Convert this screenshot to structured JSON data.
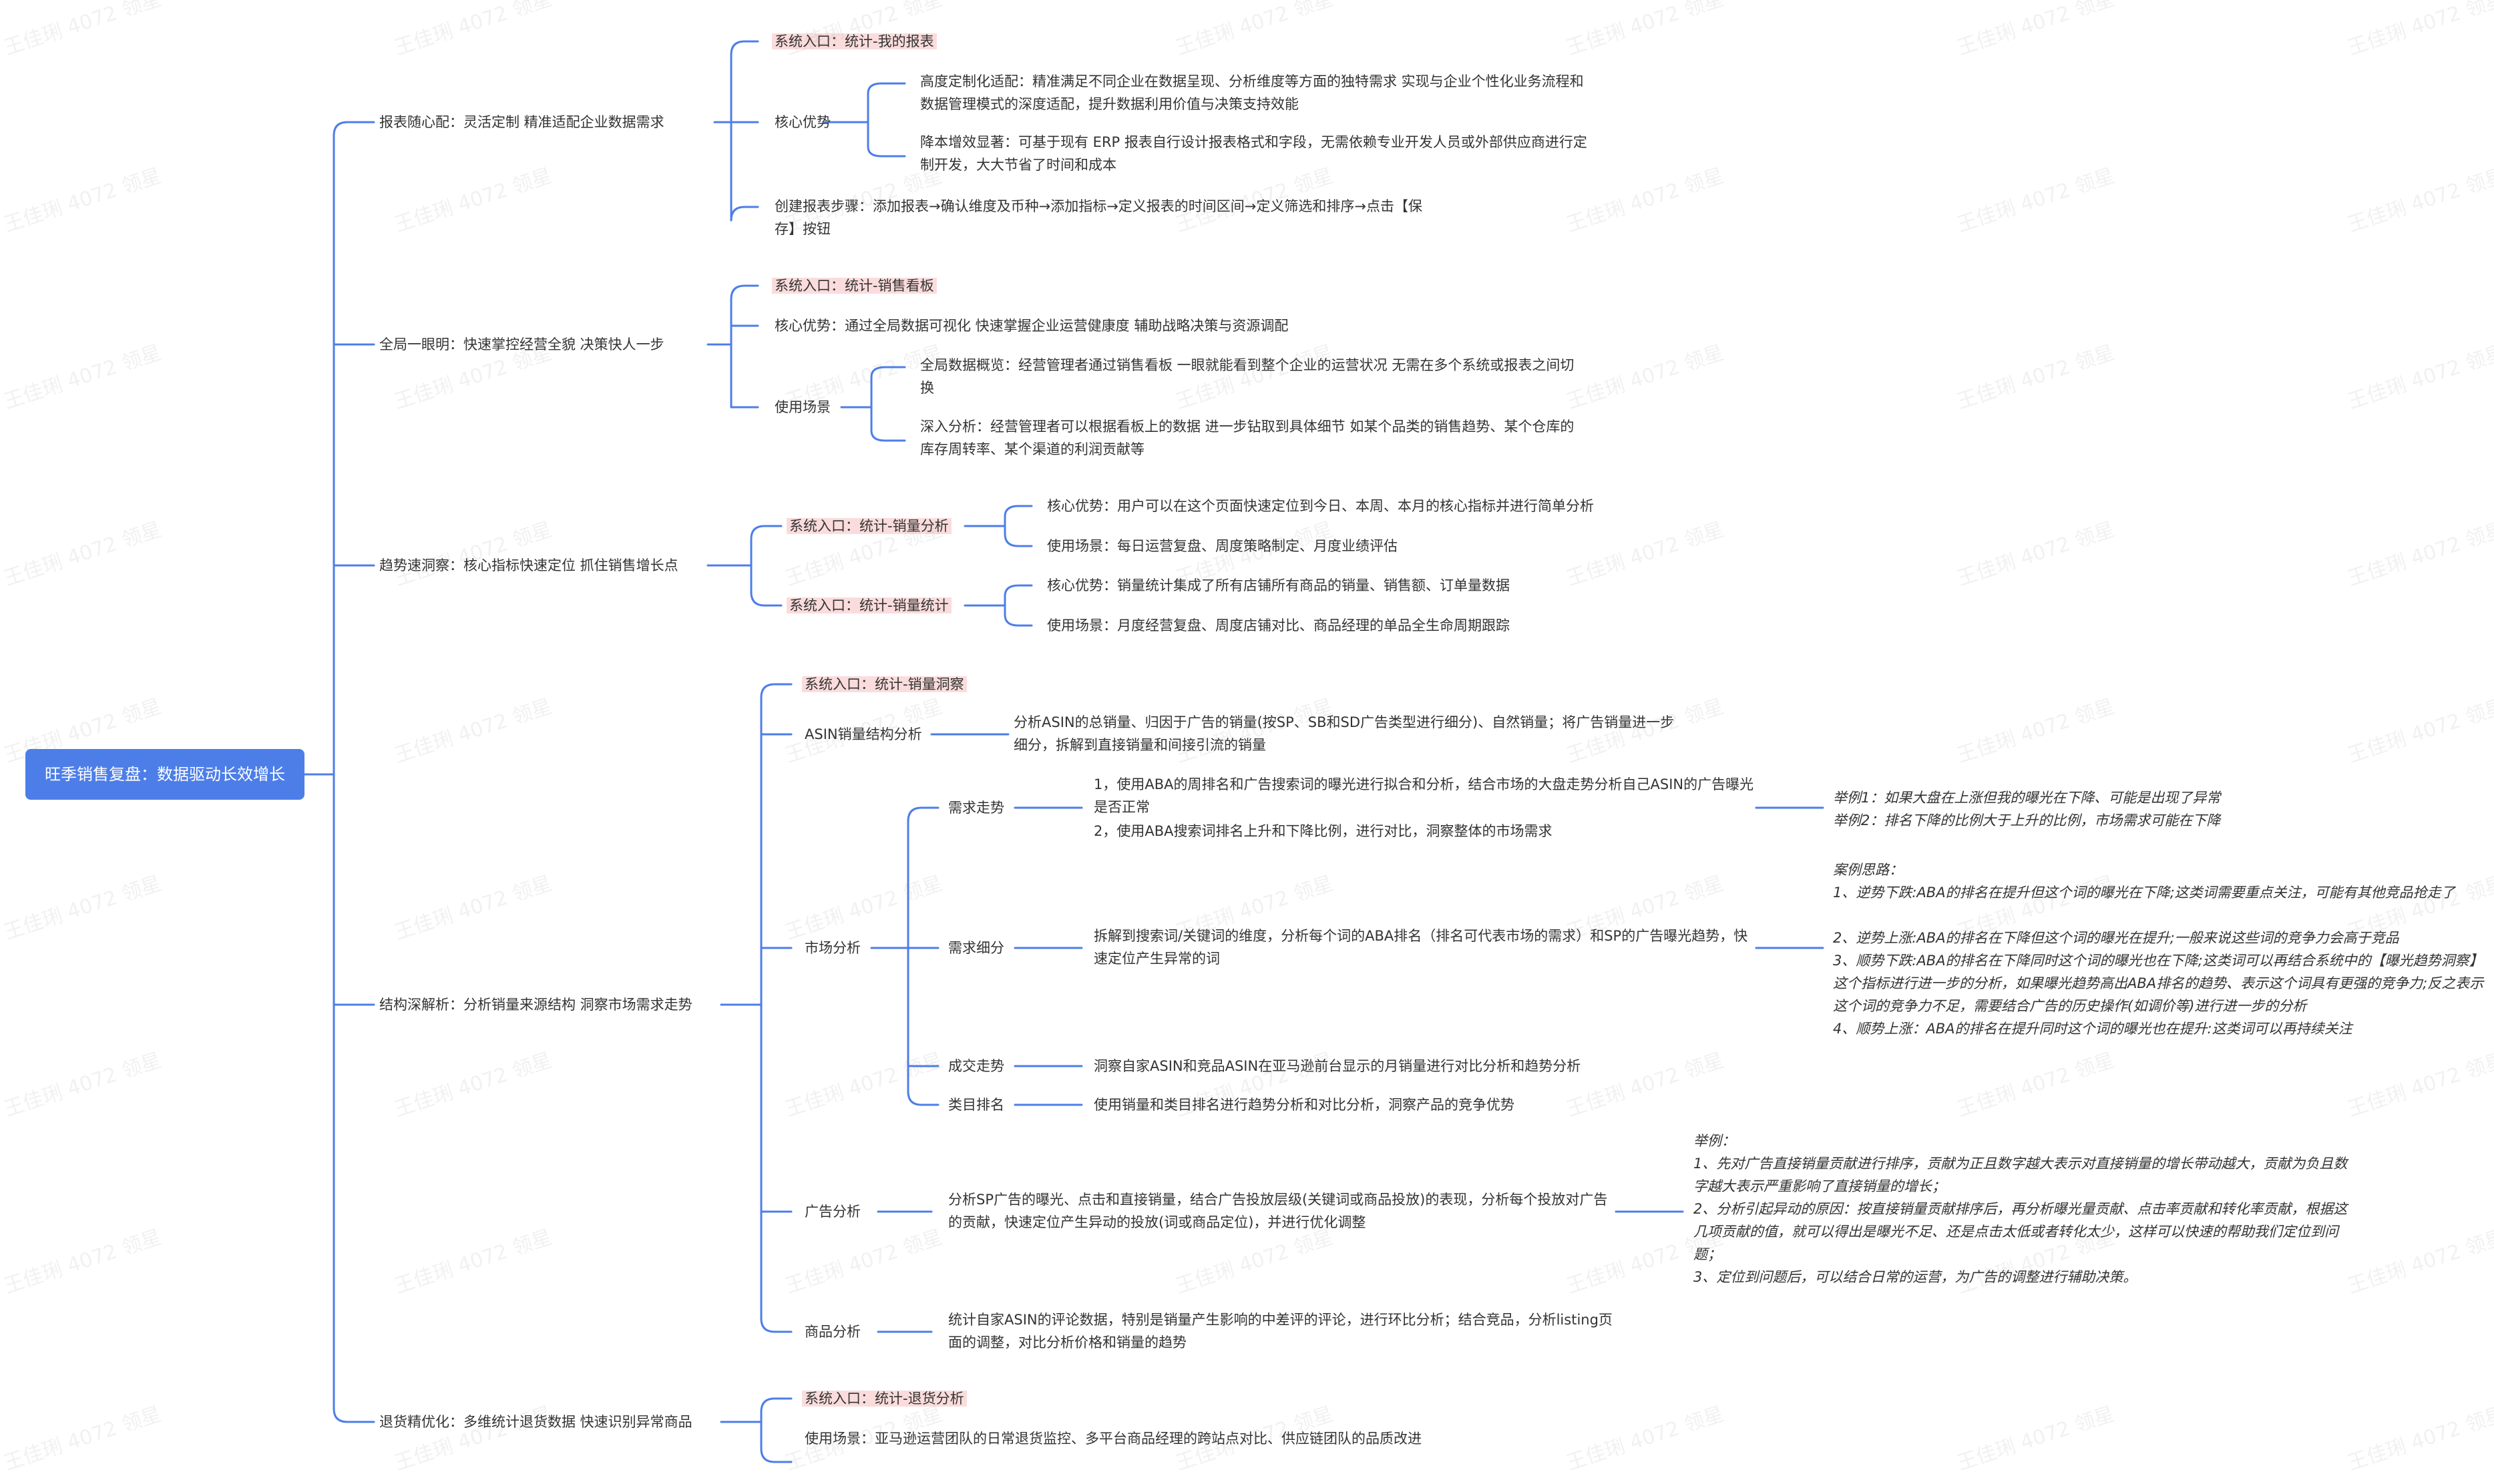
{
  "watermark": "王佳琍 4072 领星",
  "root": "旺季销售复盘：数据驱动长效增长",
  "b1": {
    "label": "报表随心配：灵活定制 精准适配企业数据需求",
    "entry": "系统入口：统计-我的报表",
    "core": "核心优势",
    "core1": "高度定制化适配：精准满足不同企业在数据呈现、分析维度等方面的独特需求 实现与企业个性化业务流程和数据管理模式的深度适配，提升数据利用价值与决策支持效能",
    "core2": "降本增效显著：可基于现有 ERP 报表自行设计报表格式和字段，无需依赖专业开发人员或外部供应商进行定制开发，大大节省了时间和成本",
    "steps": "创建报表步骤：添加报表→确认维度及币种→添加指标→定义报表的时间区间→定义筛选和排序→点击【保存】按钮"
  },
  "b2": {
    "label": "全局一眼明：快速掌控经营全貌 决策快人一步",
    "entry": "系统入口：统计-销售看板",
    "core": "核心优势：通过全局数据可视化 快速掌握企业运营健康度 辅助战略决策与资源调配",
    "scene": "使用场景",
    "scene1": "全局数据概览：经营管理者通过销售看板 一眼就能看到整个企业的运营状况 无需在多个系统或报表之间切换",
    "scene2": "深入分析：经营管理者可以根据看板上的数据 进一步钻取到具体细节 如某个品类的销售趋势、某个仓库的库存周转率、某个渠道的利润贡献等"
  },
  "b3": {
    "label": "趋势速洞察：核心指标快速定位 抓住销售增长点",
    "entry1": "系统入口：统计-销量分析",
    "e1_core": "核心优势：用户可以在这个页面快速定位到今日、本周、本月的核心指标并进行简单分析",
    "e1_scene": "使用场景：每日运营复盘、周度策略制定、月度业绩评估",
    "entry2": "系统入口：统计-销量统计",
    "e2_core": "核心优势：销量统计集成了所有店铺所有商品的销量、销售额、订单量数据",
    "e2_scene": "使用场景：月度经营复盘、周度店铺对比、商品经理的单品全生命周期跟踪"
  },
  "b4": {
    "label": "结构深解析：分析销量来源结构 洞察市场需求走势",
    "entry": "系统入口：统计-销量洞察",
    "asin": "ASIN销量结构分析",
    "asin_desc": "分析ASIN的总销量、归因于广告的销量(按SP、SB和SD广告类型进行细分)、自然销量；将广告销量进一步细分，拆解到直接销量和间接引流的销量",
    "market": "市场分析",
    "demand_trend": "需求走势",
    "demand_trend_desc1": "1，使用ABA的周排名和广告搜索词的曝光进行拟合和分析，结合市场的大盘走势分析自己ASIN的广告曝光是否正常",
    "demand_trend_desc2": "2，使用ABA搜索词排名上升和下降比例，进行对比，洞察整体的市场需求",
    "demand_trend_ex1": "举例1：如果大盘在上涨但我的曝光在下降、可能是出现了异常",
    "demand_trend_ex2": "举例2：排名下降的比例大于上升的比例，市场需求可能在下降",
    "demand_detail": "需求细分",
    "demand_detail_desc": "拆解到搜索词/关键词的维度，分析每个词的ABA排名（排名可代表市场的需求）和SP的广告曝光趋势，快速定位产生异常的词",
    "case_title": "案例思路：",
    "case1": "1、逆势下跌:ABA的排名在提升但这个词的曝光在下降;这类词需要重点关注，可能有其他竞品抢走了",
    "case2": "2、逆势上涨:ABA的排名在下降但这个词的曝光在提升;一般来说这些词的竞争力会高于竞品",
    "case3": "3、顺势下跌:ABA的排名在下降同时这个词的曝光也在下降;这类词可以再结合系统中的【曝光趋势洞察】这个指标进行进一步的分析，如果曝光趋势高出ABA排名的趋势、表示这个词具有更强的竞争力;反之表示这个词的竞争力不足，需要结合广告的历史操作(如调价等)进行进一步的分析",
    "case4": "4、顺势上涨：ABA的排名在提升同时这个词的曝光也在提升:这类词可以再持续关注",
    "deal_trend": "成交走势",
    "deal_trend_desc": "洞察自家ASIN和竞品ASIN在亚马逊前台显示的月销量进行对比分析和趋势分析",
    "cat_rank": "类目排名",
    "cat_rank_desc": "使用销量和类目排名进行趋势分析和对比分析，洞察产品的竞争优势",
    "ad": "广告分析",
    "ad_desc": "分析SP广告的曝光、点击和直接销量，结合广告投放层级(关键词或商品投放)的表现，分析每个投放对广告的贡献，快速定位产生异动的投放(词或商品定位)，并进行优化调整",
    "ad_ex_title": "举例：",
    "ad_ex1": "1、先对广告直接销量贡献进行排序，贡献为正且数字越大表示对直接销量的增长带动越大，贡献为负且数字越大表示严重影响了直接销量的增长；",
    "ad_ex2": "2、分析引起异动的原因：按直接销量贡献排序后，再分析曝光量贡献、点击率贡献和转化率贡献，根据这几项贡献的值，就可以得出是曝光不足、还是点击太低或者转化太少，这样可以快速的帮助我们定位到问题；",
    "ad_ex3": "3、定位到问题后，可以结合日常的运营，为广告的调整进行辅助决策。",
    "goods": "商品分析",
    "goods_desc": "统计自家ASIN的评论数据，特别是销量产生影响的中差评的评论，进行环比分析；结合竞品，分析listing页面的调整，对比分析价格和销量的趋势"
  },
  "b5": {
    "label": "退货精优化：多维统计退货数据 快速识别异常商品",
    "entry": "系统入口：统计-退货分析",
    "scene": "使用场景：亚马逊运营团队的日常退货监控、多平台商品经理的跨站点对比、供应链团队的品质改进"
  },
  "colors": {
    "line": "#4d7ee8",
    "root_bg": "#4d7ee8",
    "entry_bg": "#fbdcdc"
  }
}
